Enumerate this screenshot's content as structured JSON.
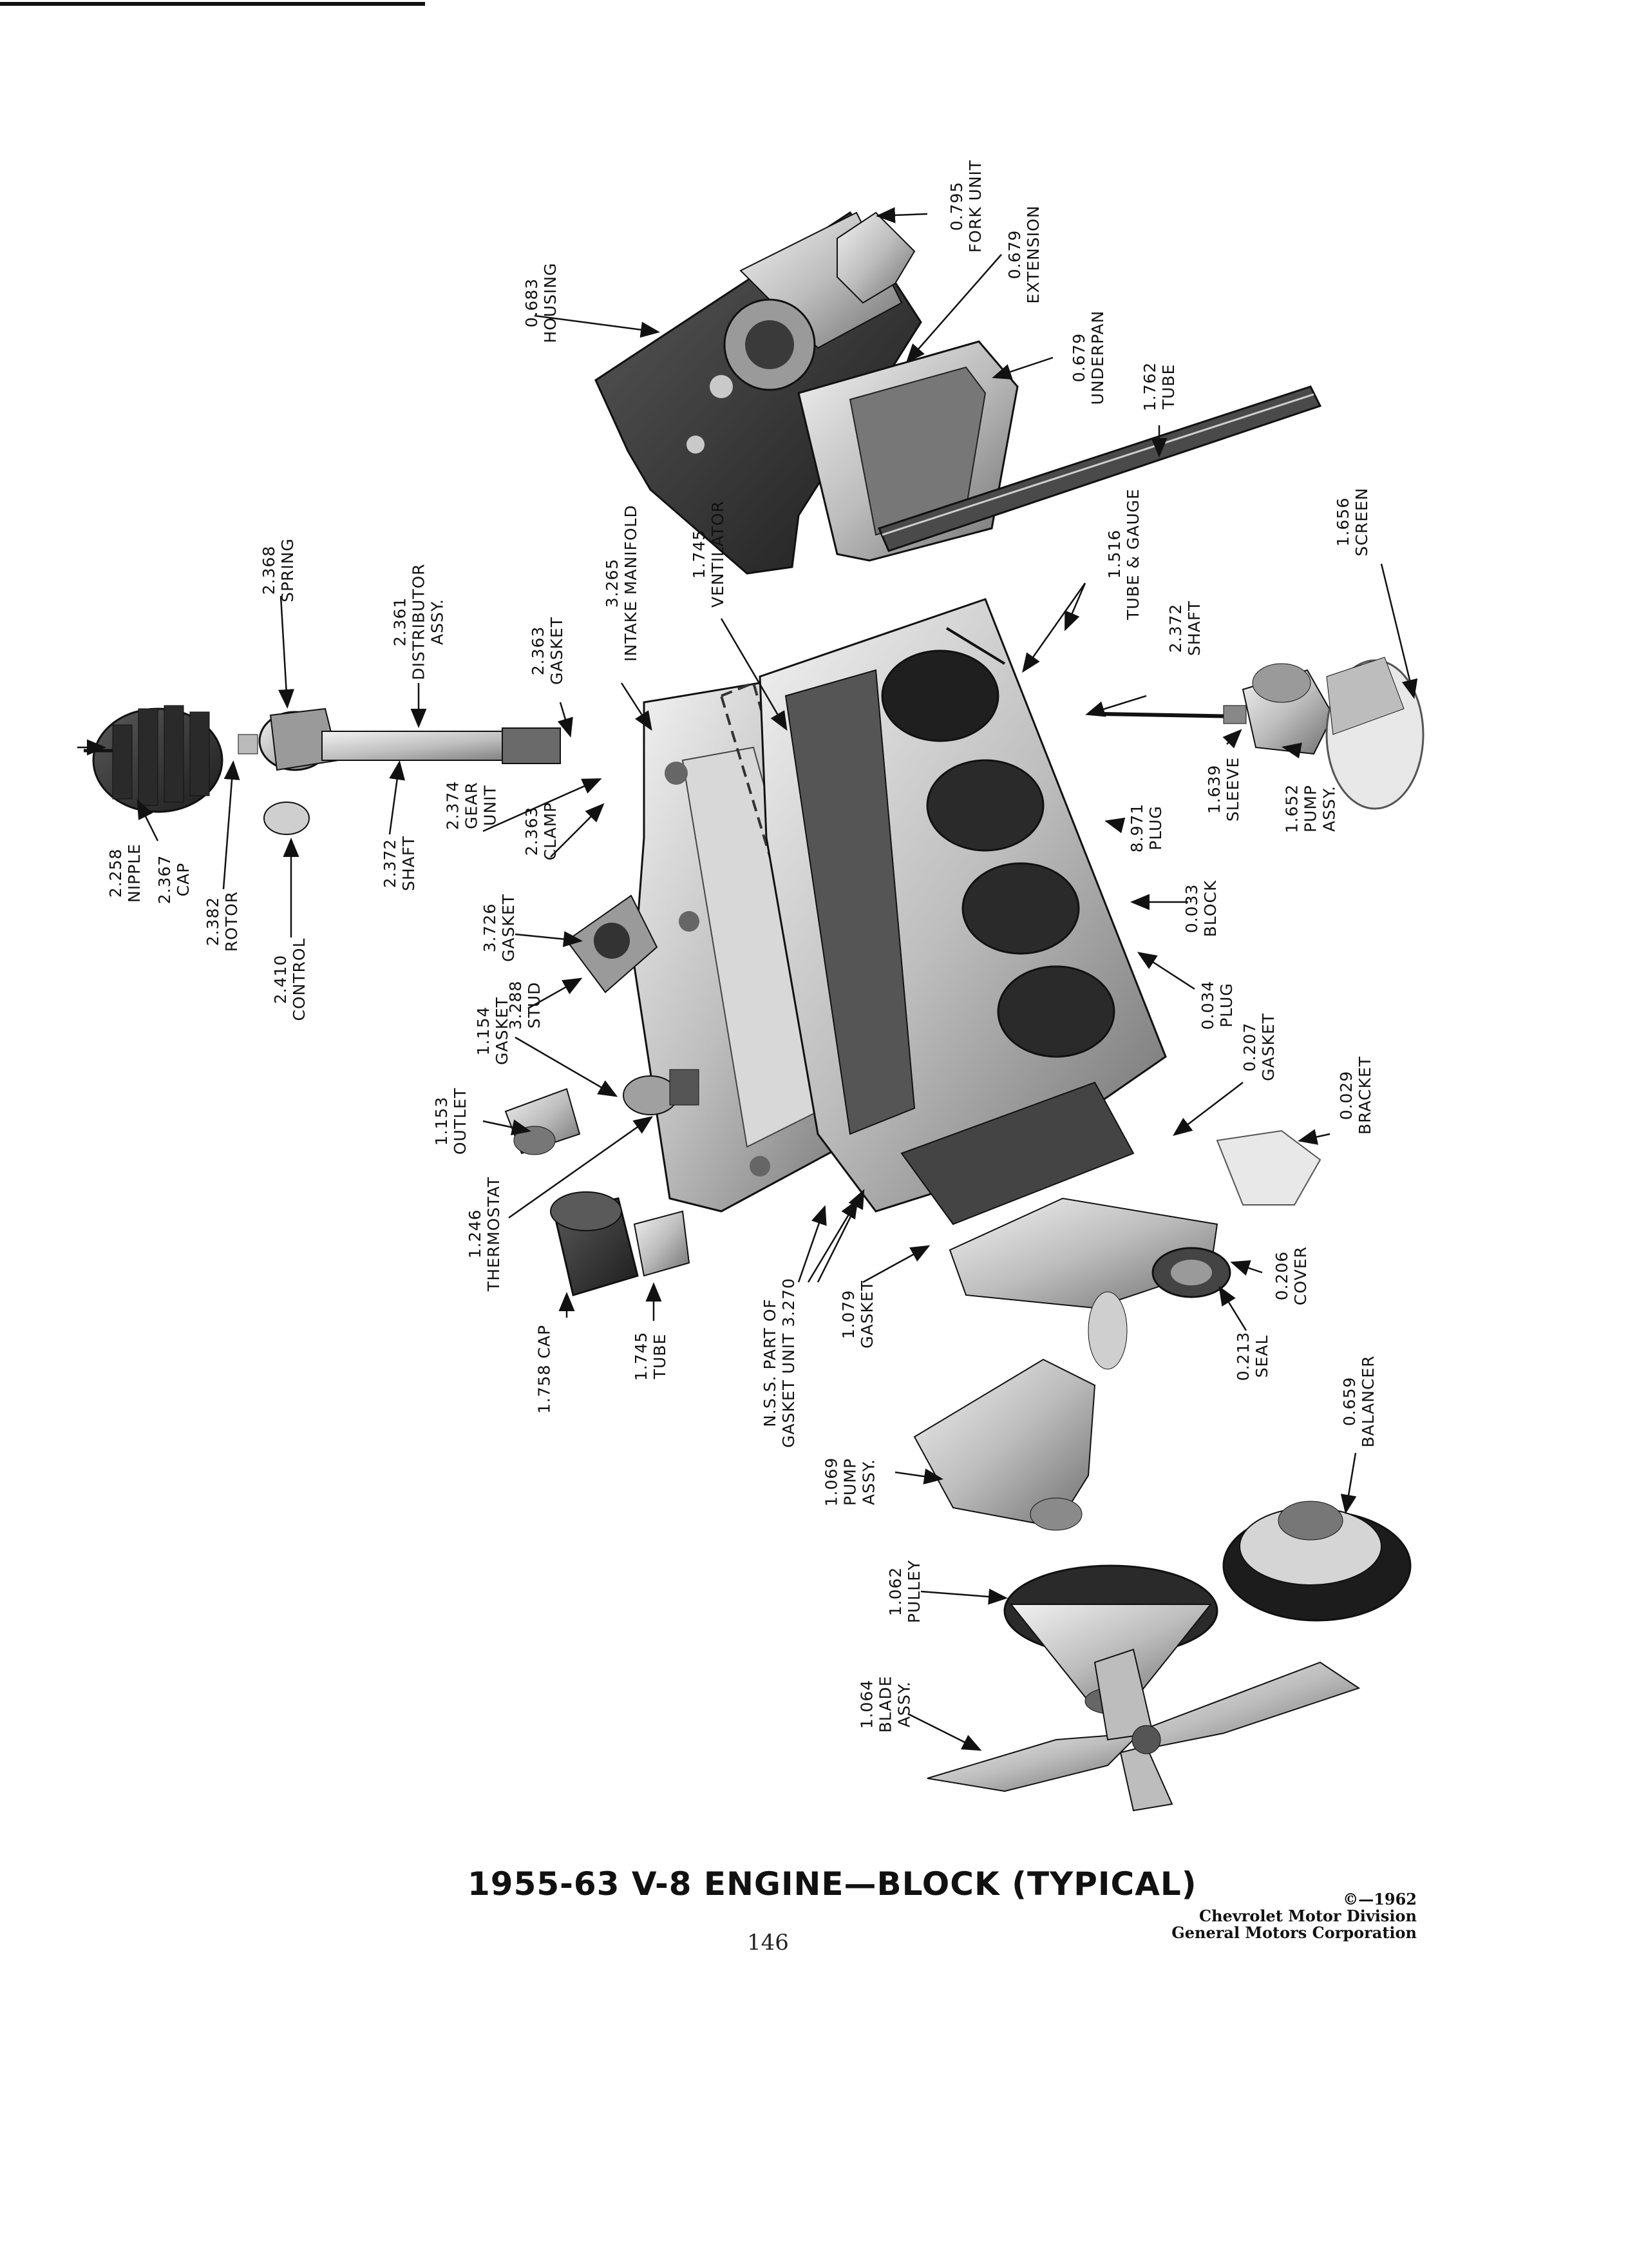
{
  "title": "1955-63 V-8 ENGINE—BLOCK (TYPICAL)",
  "page_number": "146",
  "copyright": [
    "©—1962",
    "Chevrolet Motor Division",
    "General Motors Corporation"
  ],
  "labels": {
    "nipple": "2.258\nNIPPLE",
    "cap": "2.367\nCAP",
    "rotor": "2.382\nROTOR",
    "control": "2.410\nCONTROL",
    "spring": "2.368\nSPRING",
    "distributor": "2.361\nDISTRIBUTOR\nASSY.",
    "shaft_dist": "2.372\nSHAFT",
    "gasket_dist": "2.363\nGASKET",
    "gear_unit": "2.374\nGEAR\nUNIT",
    "clamp": "2.363\nCLAMP",
    "intake_manifold": "3.265\nINTAKE MANIFOLD",
    "ventilator": "1.745\nVENTILATOR",
    "gasket_3726": "3.726\nGASKET",
    "stud": "3.288\nSTUD",
    "gasket_1154": "1.154\nGASKET",
    "outlet": "1.153\nOUTLET",
    "thermostat": "1.246\nTHERMOSTAT",
    "oil_cap": "1.758 CAP",
    "tube_1745": "1.745\nTUBE",
    "nss": "N.S.S. PART OF\nGASKET UNIT 3.270",
    "gasket_1079": "1.079\nGASKET",
    "housing": "0.683\nHOUSING",
    "fork_unit": "0.795\nFORK UNIT",
    "extension": "0.679\nEXTENSION",
    "underpan": "0.679\nUNDERPAN",
    "tube_1762": "1.762\nTUBE",
    "tube_gauge": "1.516\nTUBE & GAUGE",
    "shaft_pump": "2.372\nSHAFT",
    "screen": "1.656\nSCREEN",
    "sleeve": "1.639\nSLEEVE",
    "pump_assy_oil": "1.652\nPUMP\nASSY.",
    "plug_8971": "8.971\nPLUG",
    "block": "0.033\nBLOCK",
    "plug_034": "0.034\nPLUG",
    "gasket_207": "0.207\nGASKET",
    "bracket": "0.029\nBRACKET",
    "cover": "0.206\nCOVER",
    "seal": "0.213\nSEAL",
    "balancer": "0.659\nBALANCER",
    "pump_assy_water": "1.069\nPUMP\nASSY.",
    "pulley": "1.062\nPULLEY",
    "blade_assy": "1.064\nBLADE\nASSY."
  },
  "colors": {
    "ink": "#111111",
    "casting_dark": "#2b2b2b",
    "casting_mid": "#8a8a8a",
    "casting_light": "#d9d9d9"
  }
}
